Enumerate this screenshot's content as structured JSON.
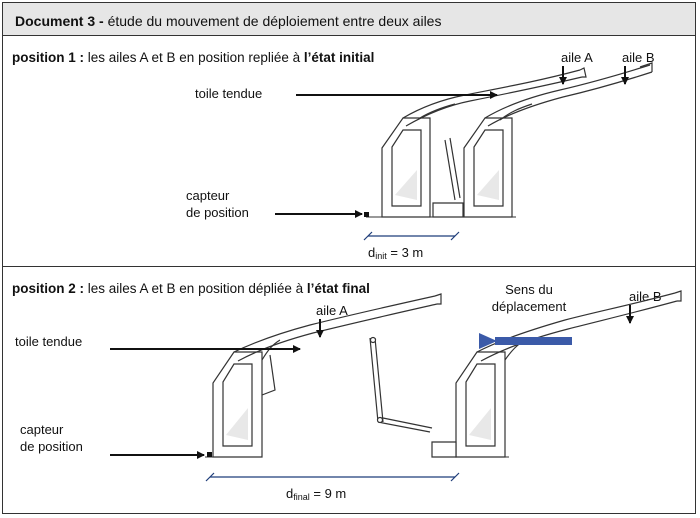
{
  "document": {
    "title_bold": "Document 3 -",
    "title_rest": " étude du mouvement de déploiement entre deux ailes"
  },
  "position1": {
    "title_bold": "position 1 :",
    "title_rest": " les ailes A et B en position repliée à ",
    "title_end": "l’état initial",
    "toile_label": "toile tendue",
    "wing_a_label": "aile A",
    "wing_b_label": "aile B",
    "sensor_label_line1": "capteur",
    "sensor_label_line2": "de position",
    "dimension_prefix": "d",
    "dimension_sub": "init",
    "dimension_value": " = 3 m"
  },
  "position2": {
    "title_bold": "position 2 :",
    "title_rest": " les ailes A et B en position dépliée à ",
    "title_end": "l’état final",
    "toile_label": "toile tendue",
    "wing_a_label": "aile A",
    "wing_b_label": "aile B",
    "direction_line1": "Sens du",
    "direction_line2": "déplacement",
    "sensor_label_line1": "capteur",
    "sensor_label_line2": "de position",
    "dimension_prefix": "d",
    "dimension_sub": "final",
    "dimension_value": " = 9 m"
  },
  "colors": {
    "header_bg": "#e6e6e6",
    "arrow_blue": "#3b5aa8",
    "line": "#222222"
  }
}
